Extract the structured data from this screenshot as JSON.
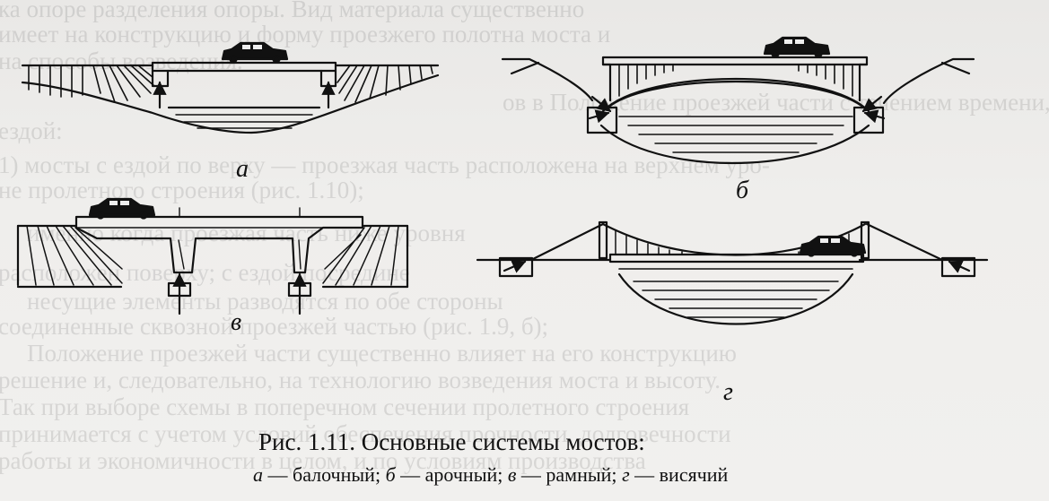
{
  "figure": {
    "title": "Рис. 1.11. Основные системы мостов:",
    "labels": {
      "a": "а",
      "b": "б",
      "v": "в",
      "g": "г"
    },
    "legend": [
      {
        "letter": "а",
        "text": " — балочный; "
      },
      {
        "letter": "б",
        "text": " — арочный; "
      },
      {
        "letter": "в",
        "text": " — рамный; "
      },
      {
        "letter": "г",
        "text": " — висячий"
      }
    ]
  },
  "bleed_text": [
    "ка опоре разделения опоры. Вид материала существенно",
    "имеет на конструкцию и форму проезжего полотна моста и",
    "на способы возведения.",
    "ов в Положение проезжей части с течением времени, как с",
    "ездой:",
    "1) мосты с ездой по верху — проезжая часть расположена на верхнем уро-",
    "не пролетного строения (рис. 1.10);",
    "именно когда проезжая часть ниже уровня",
    "расположен поверху; с ездой посредине",
    "несущие элементы разводятся по обе стороны",
    "соединенные сквозной проезжей частью (рис. 1.9, б);",
    "Положение проезжей части существенно влияет на его конструкцию",
    "решение и, следовательно, на технологию возведения моста и высоту.",
    "Так при выборе схемы в поперечном сечении пролетного строения",
    "принимается с учетом условий обеспечения прочности, долговечности",
    "работы и экономичности в целом, и по условиям производства"
  ]
}
